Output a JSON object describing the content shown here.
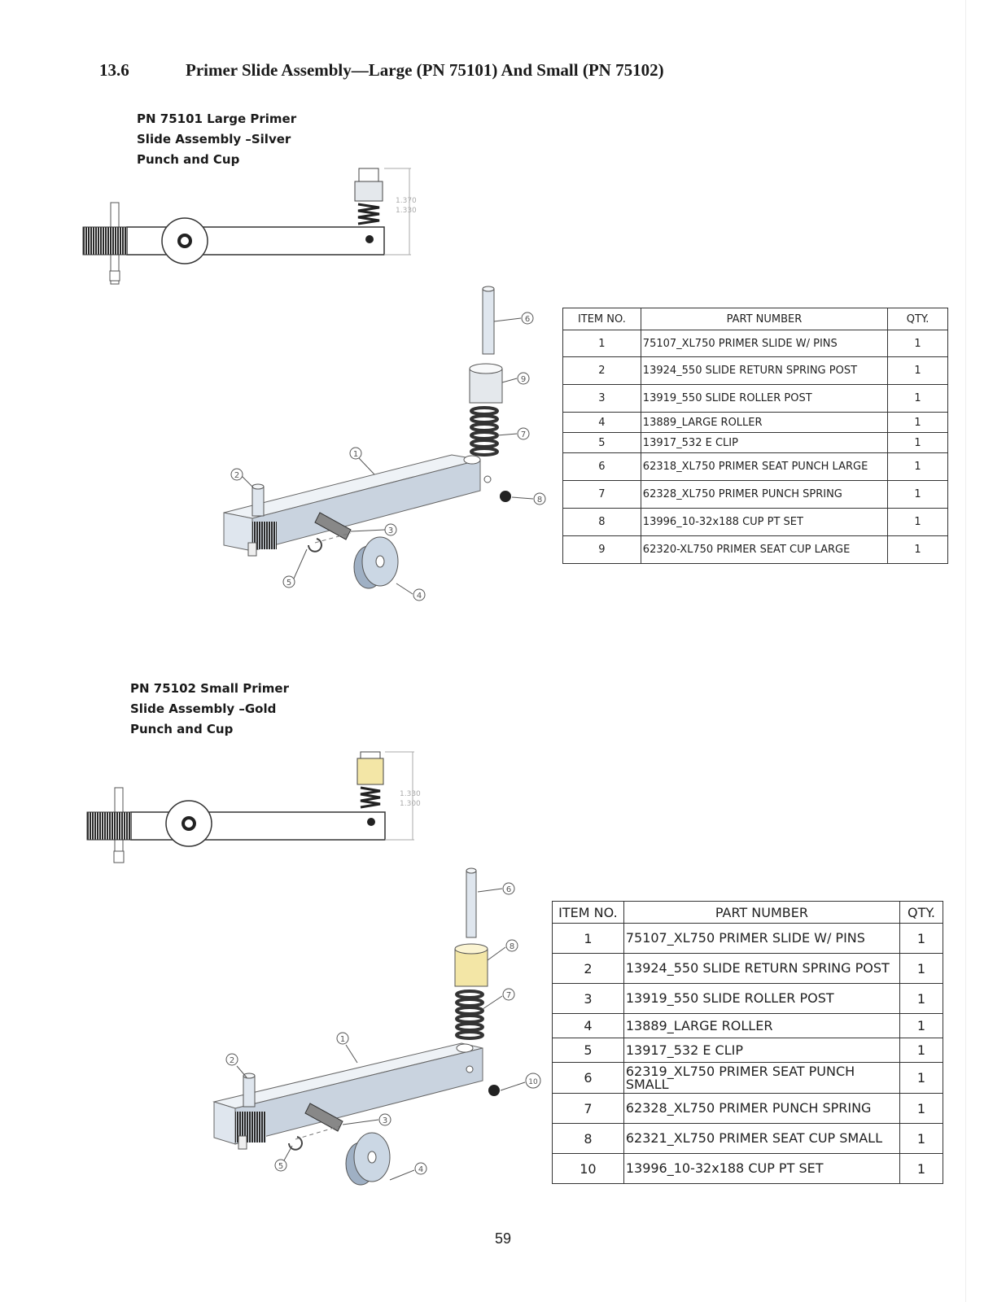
{
  "section": {
    "number": "13.6",
    "title": "Primer Slide Assembly—Large  (PN 75101) And Small (PN 75102)"
  },
  "large": {
    "caption": [
      "PN 75101 Large Primer",
      "Slide Assembly –Silver",
      "Punch and Cup"
    ],
    "dimensions": [
      "1.370",
      "1.330"
    ],
    "balloons": [
      "1",
      "2",
      "3",
      "4",
      "5",
      "6",
      "7",
      "8",
      "9"
    ],
    "table": {
      "headers": [
        "ITEM NO.",
        "PART NUMBER",
        "QTY."
      ],
      "rows": [
        {
          "item": "1",
          "part": "75107_XL750 PRIMER SLIDE W/ PINS",
          "qty": "1"
        },
        {
          "item": "2",
          "part": "13924_550 SLIDE RETURN SPRING POST",
          "qty": "1"
        },
        {
          "item": "3",
          "part": "13919_550 SLIDE ROLLER POST",
          "qty": "1"
        },
        {
          "item": "4",
          "part": "13889_LARGE ROLLER",
          "qty": "1"
        },
        {
          "item": "5",
          "part": "13917_532 E CLIP",
          "qty": "1"
        },
        {
          "item": "6",
          "part": "62318_XL750 PRIMER SEAT PUNCH LARGE",
          "qty": "1"
        },
        {
          "item": "7",
          "part": "62328_XL750 PRIMER PUNCH SPRING",
          "qty": "1"
        },
        {
          "item": "8",
          "part": "13996_10-32x188 CUP PT SET",
          "qty": "1"
        },
        {
          "item": "9",
          "part": "62320-XL750 PRIMER SEAT CUP LARGE",
          "qty": "1"
        }
      ]
    }
  },
  "small": {
    "caption": [
      "PN 75102 Small Primer",
      "Slide Assembly –Gold",
      "Punch and Cup"
    ],
    "dimensions": [
      "1.330",
      "1.300"
    ],
    "balloons": [
      "1",
      "2",
      "3",
      "4",
      "5",
      "6",
      "7",
      "8",
      "10"
    ],
    "table": {
      "headers": [
        "ITEM NO.",
        "PART NUMBER",
        "QTY."
      ],
      "rows": [
        {
          "item": "1",
          "part": "75107_XL750 PRIMER SLIDE W/ PINS",
          "qty": "1"
        },
        {
          "item": "2",
          "part": "13924_550 SLIDE RETURN SPRING POST",
          "qty": "1"
        },
        {
          "item": "3",
          "part": "13919_550 SLIDE ROLLER POST",
          "qty": "1"
        },
        {
          "item": "4",
          "part": "13889_LARGE ROLLER",
          "qty": "1"
        },
        {
          "item": "5",
          "part": "13917_532 E CLIP",
          "qty": "1"
        },
        {
          "item": "6",
          "part": "62319_XL750 PRIMER SEAT PUNCH SMALL",
          "qty": "1"
        },
        {
          "item": "7",
          "part": "62328_XL750 PRIMER PUNCH SPRING",
          "qty": "1"
        },
        {
          "item": "8",
          "part": "62321_XL750 PRIMER SEAT CUP SMALL",
          "qty": "1"
        },
        {
          "item": "10",
          "part": "13996_10-32x188 CUP PT SET",
          "qty": "1"
        }
      ]
    }
  },
  "colors": {
    "silver": "#e4e8ec",
    "gold": "#f3e6a6",
    "steel": "#cfd8e4",
    "knurl": "#2a2a2a"
  },
  "page_number": "59"
}
